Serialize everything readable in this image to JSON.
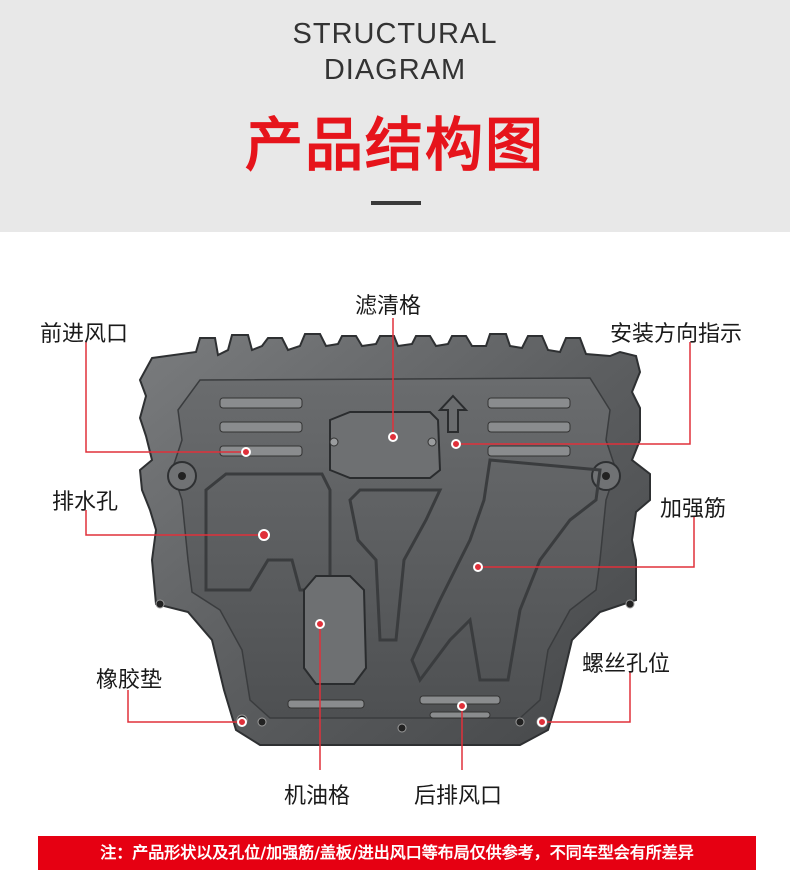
{
  "header": {
    "title_en_line1": "STRUCTURAL",
    "title_en_line2": "DIAGRAM",
    "title_cn": "产品结构图"
  },
  "labels": {
    "filter_grid": "滤清格",
    "front_air_inlet": "前进风口",
    "install_direction": "安装方向指示",
    "drain_hole": "排水孔",
    "reinforcing_rib": "加强筋",
    "screw_hole": "螺丝孔位",
    "rubber_pad": "橡胶垫",
    "oil_grid": "机油格",
    "rear_air_outlet": "后排风口"
  },
  "note": "注：产品形状以及孔位/加强筋/盖板/进出风口等布局仅供参考，不同车型会有所差异",
  "colors": {
    "accent": "#e6141b",
    "note_bg": "#e60012",
    "leader_line": "#e0303a",
    "plate": "#5a5c5e",
    "header_bg": "#e8e8e8"
  }
}
